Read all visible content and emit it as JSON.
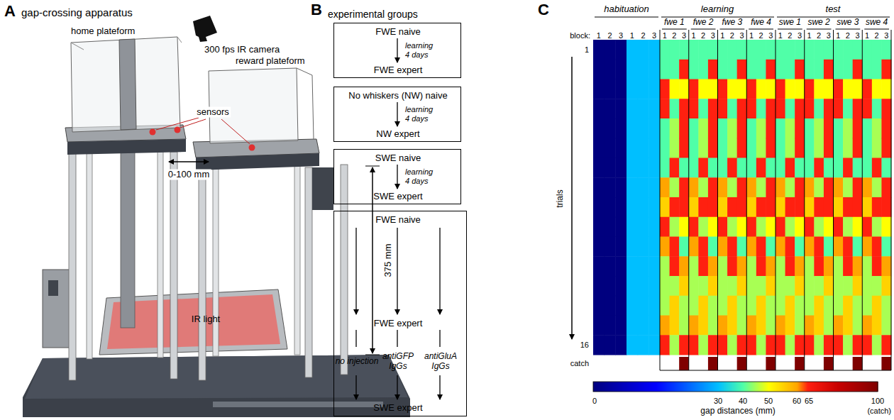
{
  "diagram": {
    "nodes": [
      {
        "text": [
          "FWE naive",
          "learning 4 days",
          "FWE expert"
        ]
      },
      {
        "text": [
          "No whiskers (NW) naive",
          "learning 4 days",
          "NW expert"
        ]
      },
      {
        "text": [
          "SWE naive",
          "learning 4 days",
          "SWE expert"
        ]
      },
      {
        "text": [
          "FWE naive",
          "FWE expert",
          "no injection",
          "antiGFP IgGs",
          "antiGluA IgGs",
          "SWE expert"
        ]
      }
    ],
    "labels": [
      "A",
      "gap-crossing apparatus",
      "home plateform",
      "300 fps IR camera",
      "reward plateform",
      "sensors",
      "0-100 mm",
      "375 mm",
      "IR light",
      "B",
      "experimental groups",
      "C",
      "habituation",
      "learning",
      "test",
      "fwe 1",
      "fwe 2",
      "fwe 3",
      "fwe 4",
      "swe 1",
      "swe 2",
      "swe 3",
      "swe 4",
      "block:",
      "1",
      "2",
      "3",
      "1",
      "2",
      "3",
      "1",
      "2",
      "3",
      "1",
      "2",
      "3",
      "1",
      "2",
      "3",
      "1",
      "2",
      "3",
      "1",
      "2",
      "3",
      "1",
      "2",
      "3",
      "1",
      "2",
      "3",
      "1",
      "2",
      "3",
      "1",
      "trials",
      "16",
      "catch",
      "0",
      "30",
      "40",
      "50",
      "60",
      "65",
      "100",
      "(catch)",
      "gap distances (mm)"
    ]
  }
}
